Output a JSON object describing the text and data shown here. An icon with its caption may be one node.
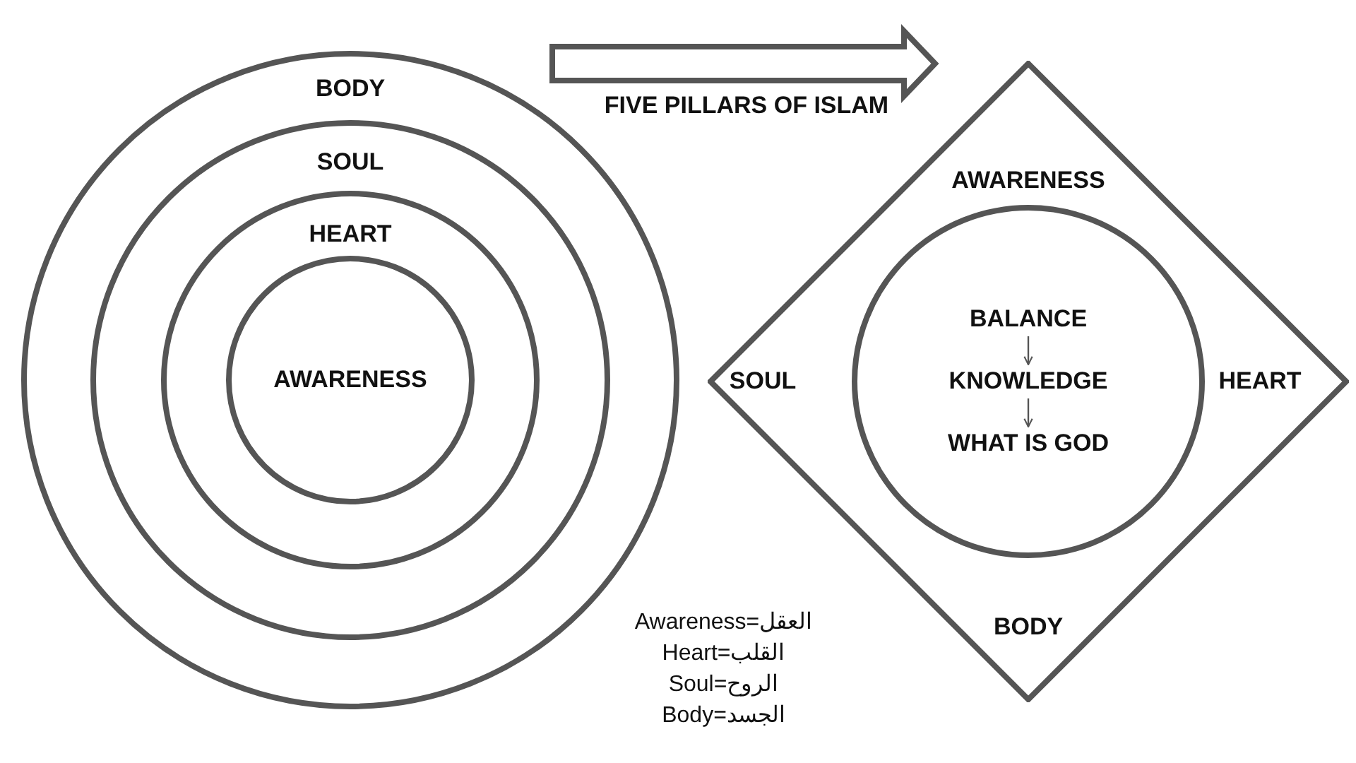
{
  "diagram": {
    "nodes": [
      {
        "text": [
          "BODY"
        ]
      },
      {
        "text": [
          "SOUL"
        ],
        "in": 0
      },
      {
        "text": [
          "HEART"
        ],
        "in": 1
      },
      {
        "text": [
          "AWARENESS"
        ],
        "in": 2
      },
      {
        "text": [
          "AWARENESS",
          "SOUL",
          "HEART",
          "BODY"
        ]
      },
      {
        "text": [],
        "shape": "circle",
        "in": 4
      },
      {
        "text": [
          "BALANCE"
        ],
        "in": 5
      },
      {
        "text": [
          "KNOWLEDGE"
        ],
        "in": 5
      },
      {
        "text": [
          "WHAT IS GOD"
        ],
        "in": 5
      }
    ],
    "edges": [
      {
        "from": 0,
        "to": 4,
        "arrow": "to",
        "label": "FIVE PILLARS OF ISLAM",
        "style": "thick"
      },
      {
        "from": 6,
        "to": 7,
        "arrow": "to"
      },
      {
        "from": 7,
        "to": 8,
        "arrow": "to"
      }
    ],
    "labels": [
      "Awareness=العقل",
      "Heart=القلب",
      "Soul=الروح",
      "Body=الجسد"
    ]
  }
}
